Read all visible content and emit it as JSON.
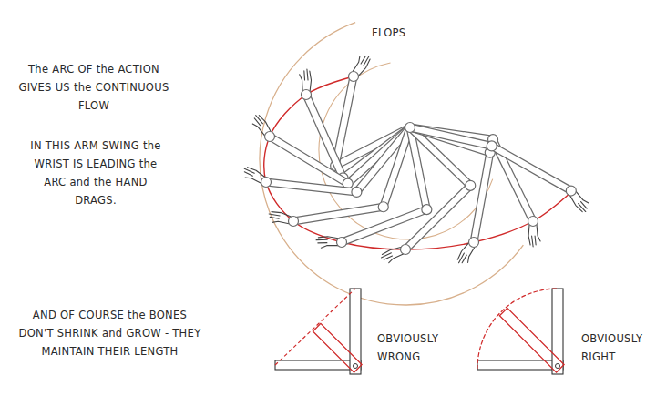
{
  "diagram": {
    "labels": [
      "The ARC OF the ACTION GIVES US the CONTINUOUS FLOW",
      "IN THIS ARM SWING the WRIST IS LEADING the ARC and the HAND DRAGS.",
      "AND OF COURSE the BONES DON'T SHRINK and GROW - THEY MAINTAIN THEIR LENGTH",
      "FLOPS",
      "OBVIOUSLY WRONG",
      "OBVIOUSLY RIGHT"
    ]
  }
}
